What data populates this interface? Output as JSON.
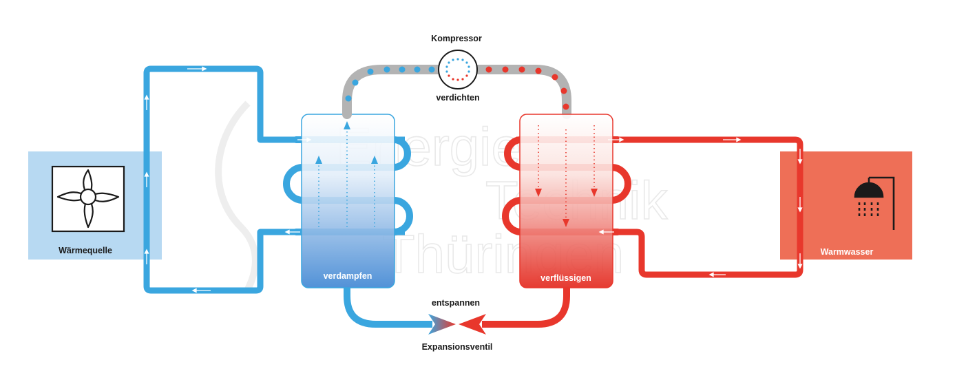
{
  "labels": {
    "compressor": "Kompressor",
    "compress": "verdichten",
    "evaporate": "verdampfen",
    "condense": "verflüssigen",
    "expand": "entspannen",
    "expansion_valve": "Expansionsventil",
    "heat_source": "Wärmequelle",
    "hot_water": "Warmwasser"
  },
  "watermark": {
    "line1": "Energie",
    "line2": "Technik",
    "line3": "Thüringen"
  },
  "icons": {
    "heat_source": "fan-icon",
    "hot_water": "shower-icon"
  },
  "colors": {
    "cold": "#3aa6df",
    "hot": "#e8372c",
    "compressor_pipe": "#b3b3b3",
    "heat_source_bg": "#b7d9f2",
    "hot_water_bg": "#ee6f57"
  }
}
